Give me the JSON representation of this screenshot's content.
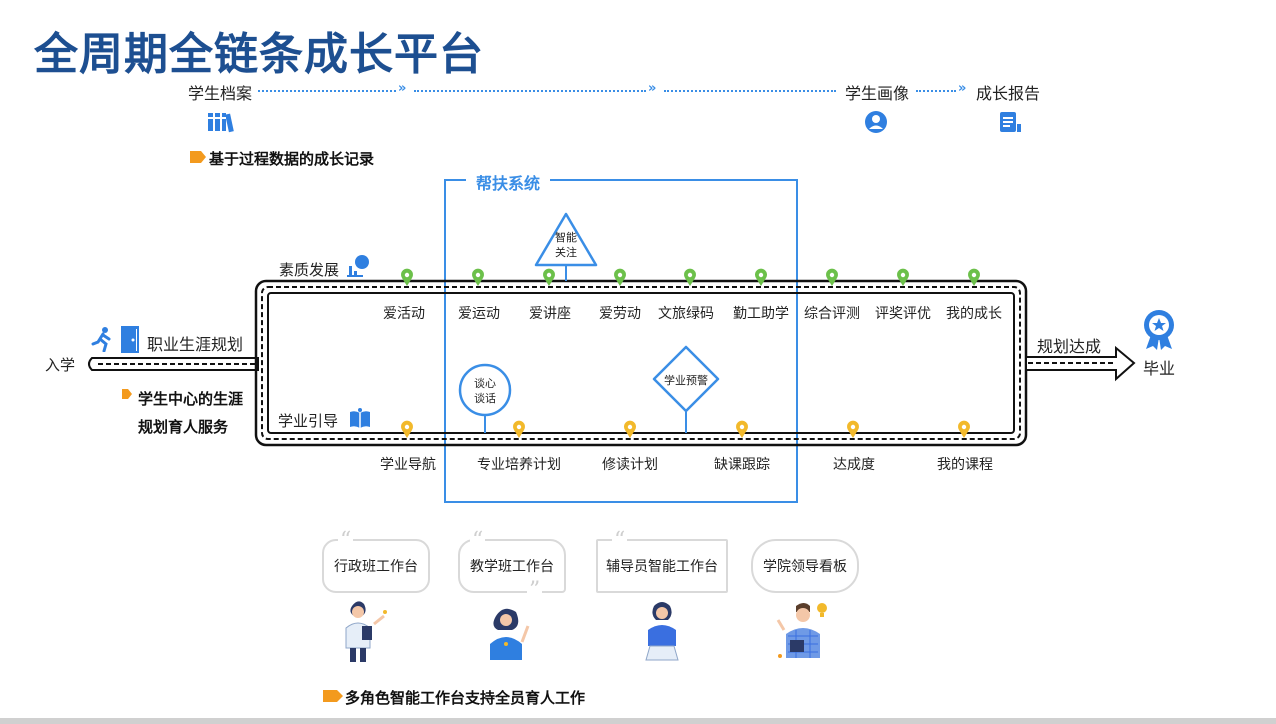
{
  "title": "全周期全链条成长平台",
  "top_flow": {
    "student_file": "学生档案",
    "student_portrait": "学生画像",
    "growth_report": "成长报告",
    "record_note": "基于过程数据的成长记录"
  },
  "support_system": {
    "title": "帮扶系统",
    "smart_attention": [
      "智能",
      "关注"
    ],
    "heart_talk": [
      "谈心",
      "谈话"
    ],
    "academic_warning": "学业预警"
  },
  "track": {
    "enroll": "入学",
    "career_planning": "职业生涯规划",
    "career_note": [
      "学生中心的生涯",
      "规划育人服务"
    ],
    "quality_development": "素质发展",
    "academic_guidance": "学业引导",
    "plan_achieved": "规划达成",
    "graduate": "毕业",
    "upper_items": [
      "爱活动",
      "爱运动",
      "爱讲座",
      "爱劳动",
      "文旅绿码",
      "勤工助学",
      "综合评测",
      "评奖评优",
      "我的成长"
    ],
    "lower_items": [
      "学业导航",
      "专业培养计划",
      "修读计划",
      "缺课跟踪",
      "达成度",
      "我的课程"
    ]
  },
  "workbenches": {
    "items": [
      "行政班工作台",
      "教学班工作台",
      "辅导员智能工作台",
      "学院领导看板"
    ],
    "note": "多角色智能工作台支持全员育人工作"
  },
  "colors": {
    "title_blue": "#1d4f91",
    "accent_blue": "#3a8ee6",
    "pin_green": "#6cc04a",
    "pin_yellow": "#f2b92b",
    "marker_orange": "#f39a1e"
  }
}
